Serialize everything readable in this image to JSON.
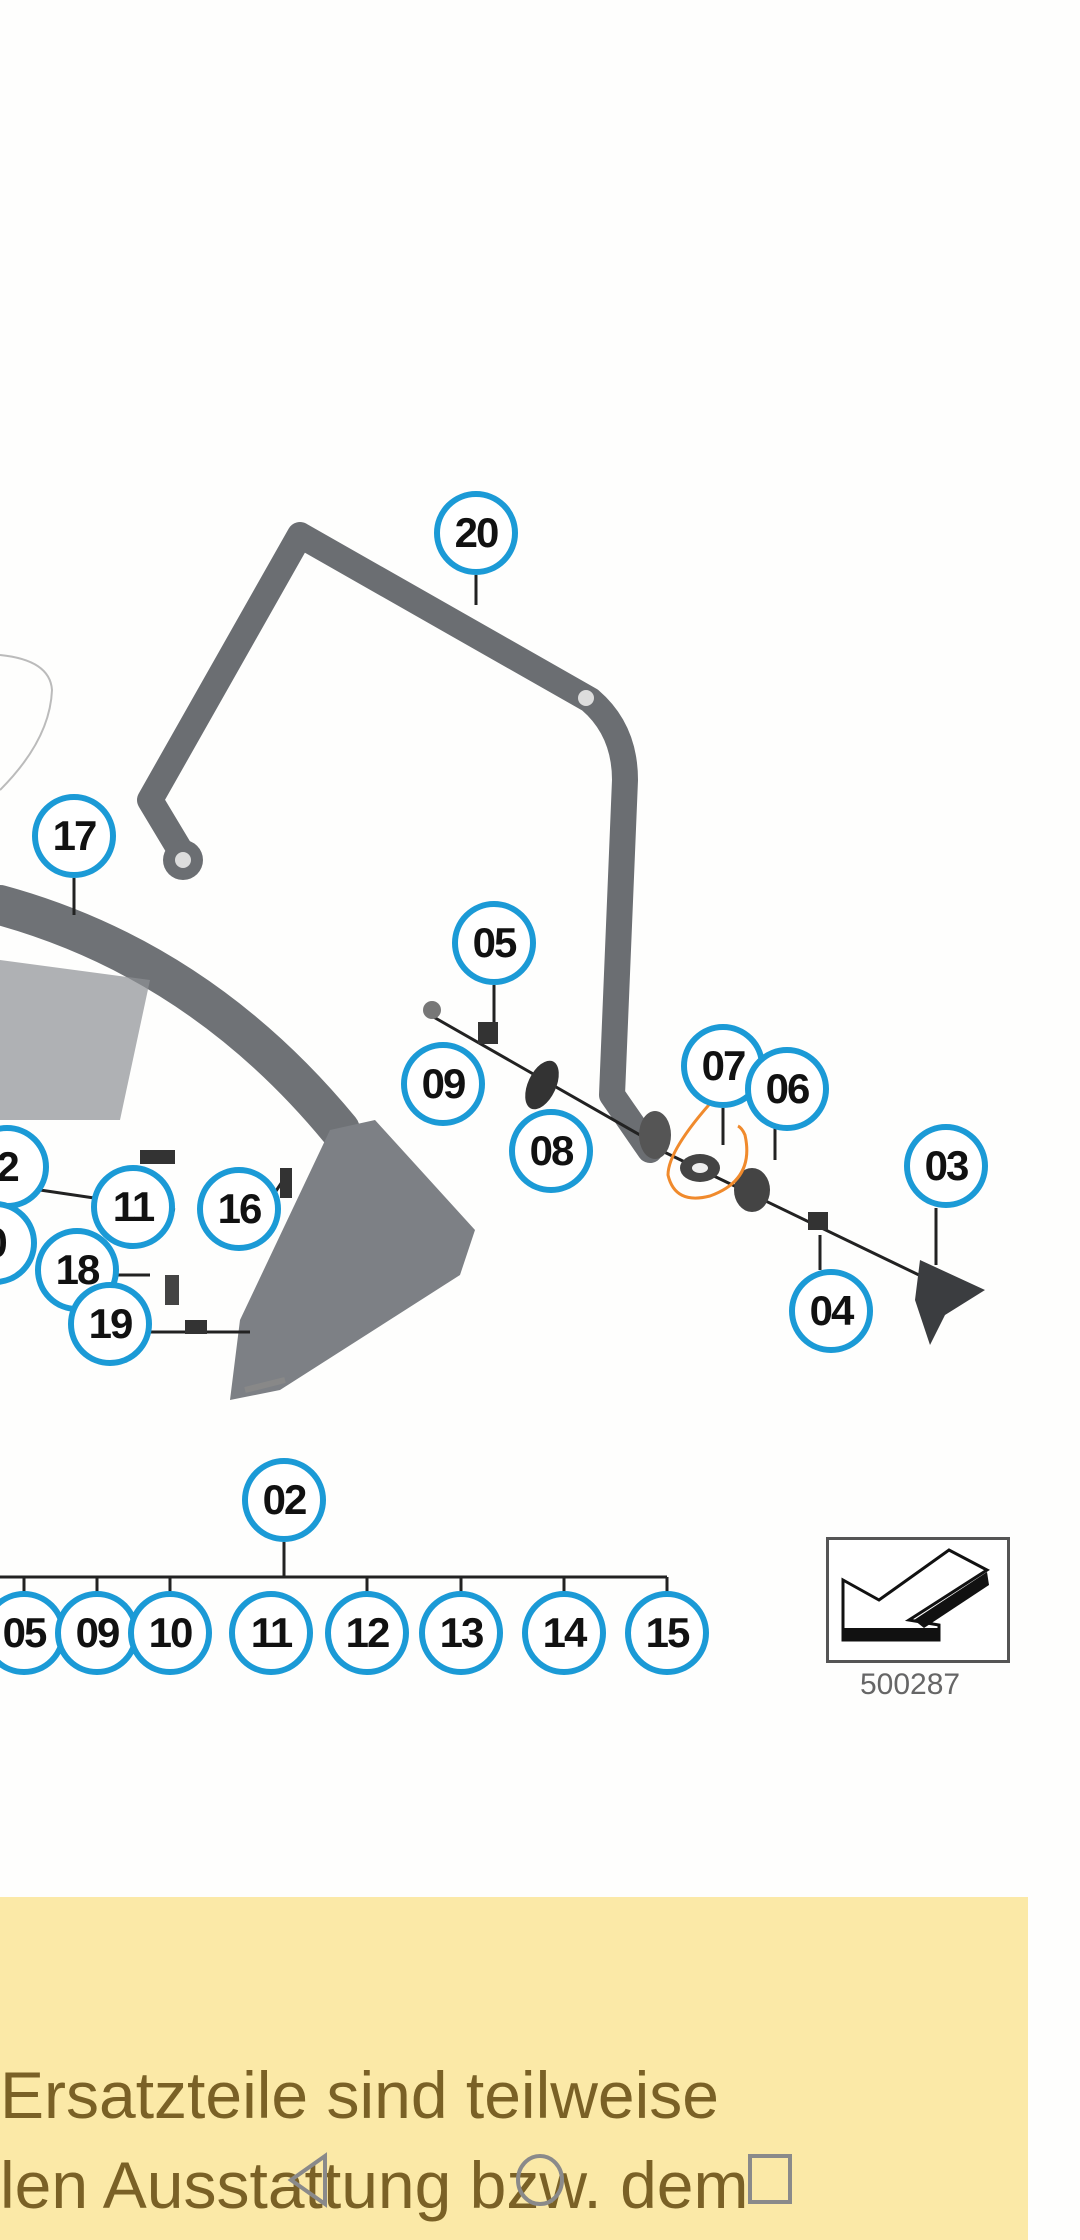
{
  "diagram": {
    "callouts": {
      "c20": "20",
      "c17": "17",
      "c05": "05",
      "c09": "09",
      "c08": "08",
      "c07": "07",
      "c06": "06",
      "c03": "03",
      "c04": "04",
      "c12p": "2",
      "c11": "11",
      "c16": "16",
      "c10p": "0",
      "c18": "18",
      "c19": "19",
      "c02": "02"
    },
    "bottom_row": [
      "05",
      "09",
      "10",
      "11",
      "12",
      "13",
      "14",
      "15"
    ],
    "diagram_number": "500287",
    "accent_color": "#1b9ad6",
    "highlight_color": "#f08a2c"
  },
  "notice": {
    "line1": "Ersatzteile sind teilweise",
    "line2": "len Ausstattung bzw. dem"
  },
  "navbar": {
    "back": "back-icon",
    "home": "home-icon",
    "recents": "recents-icon"
  }
}
